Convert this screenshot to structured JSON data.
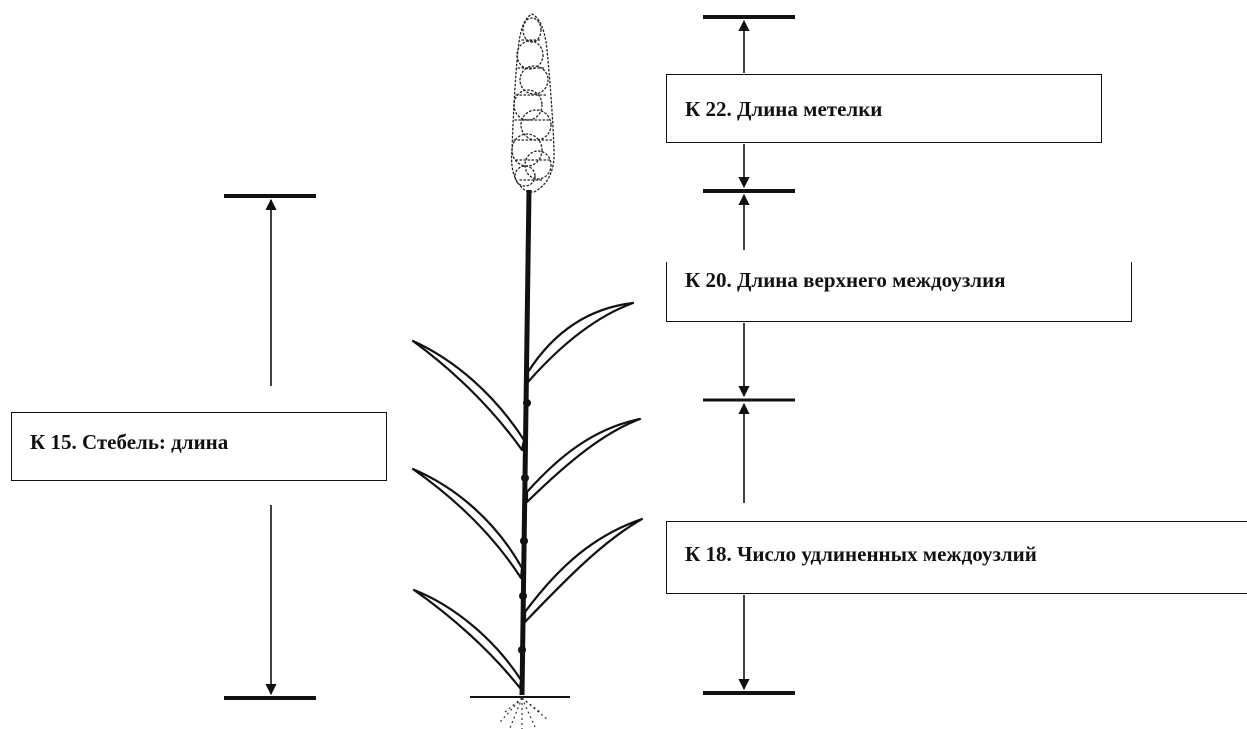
{
  "labels": {
    "k22": "К 22.  Длина метелки",
    "k20": "К 20. Длина верхнего междоузлия",
    "k15": "К 15. Стебель: длина",
    "k18": "К 18. Число удлиненных междоузлий"
  }
}
